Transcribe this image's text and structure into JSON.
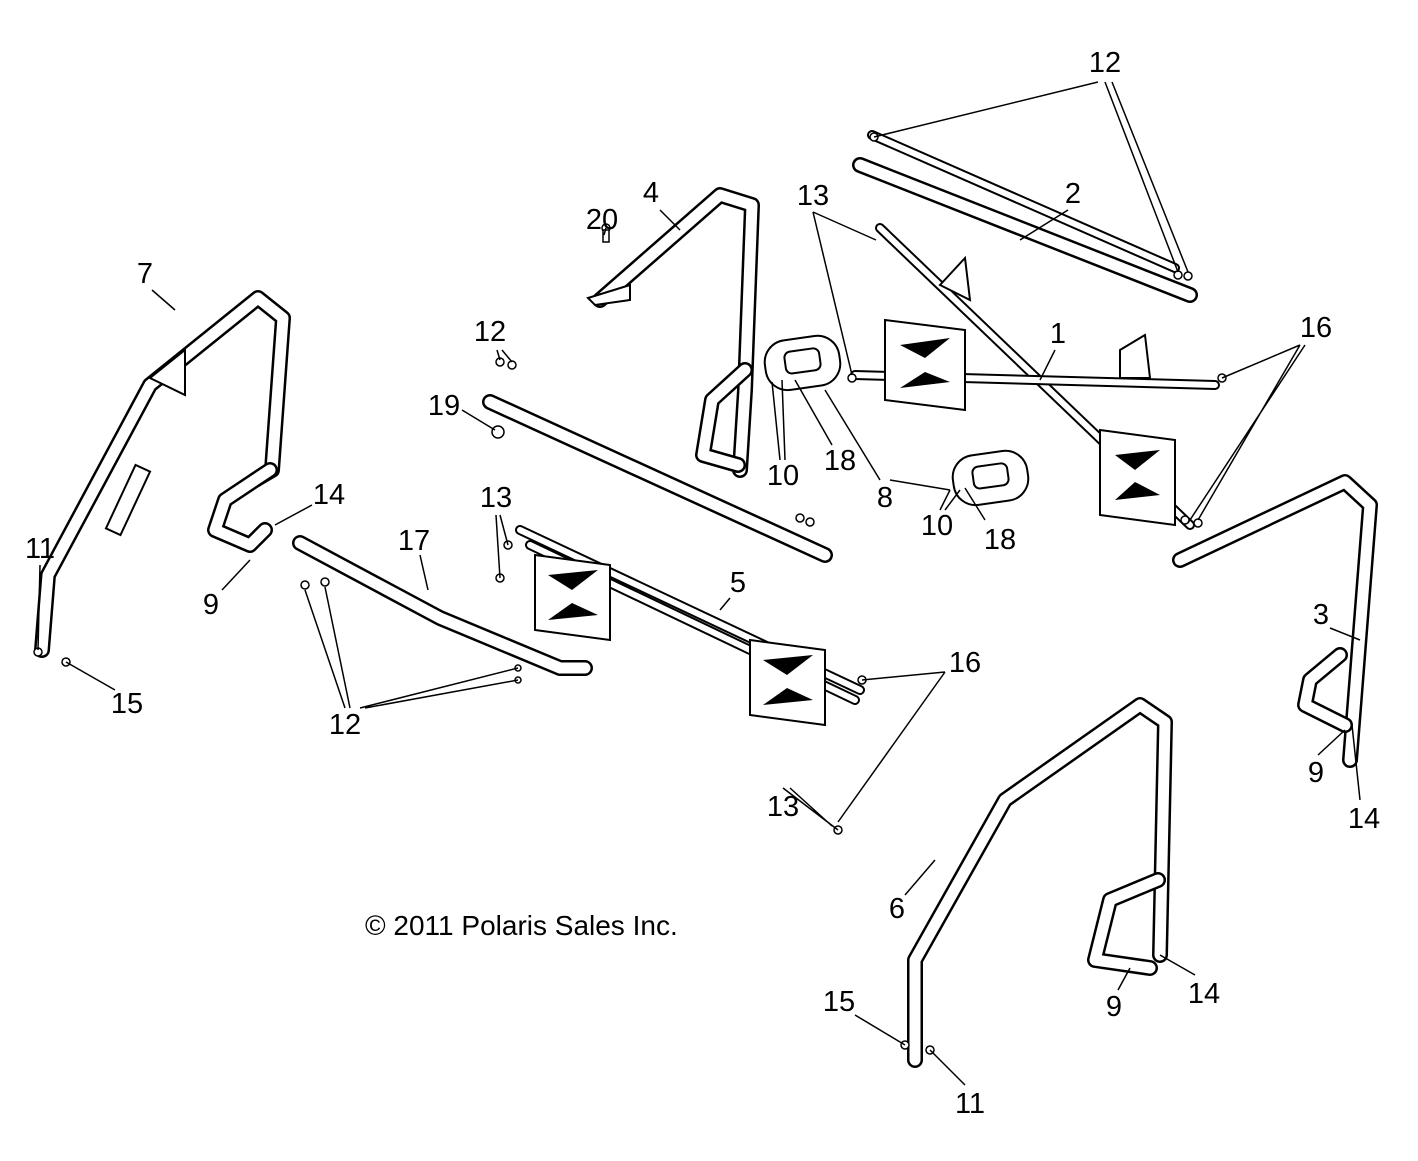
{
  "callouts": [
    "12",
    "2",
    "13",
    "20",
    "4",
    "7",
    "16",
    "1",
    "12",
    "19",
    "10",
    "18",
    "8",
    "10",
    "18",
    "14",
    "13",
    "17",
    "11",
    "9",
    "5",
    "16",
    "3",
    "15",
    "12",
    "13",
    "9",
    "14",
    "6",
    "15",
    "9",
    "14",
    "11"
  ],
  "copyright": "© 2011 Polaris Sales Inc."
}
